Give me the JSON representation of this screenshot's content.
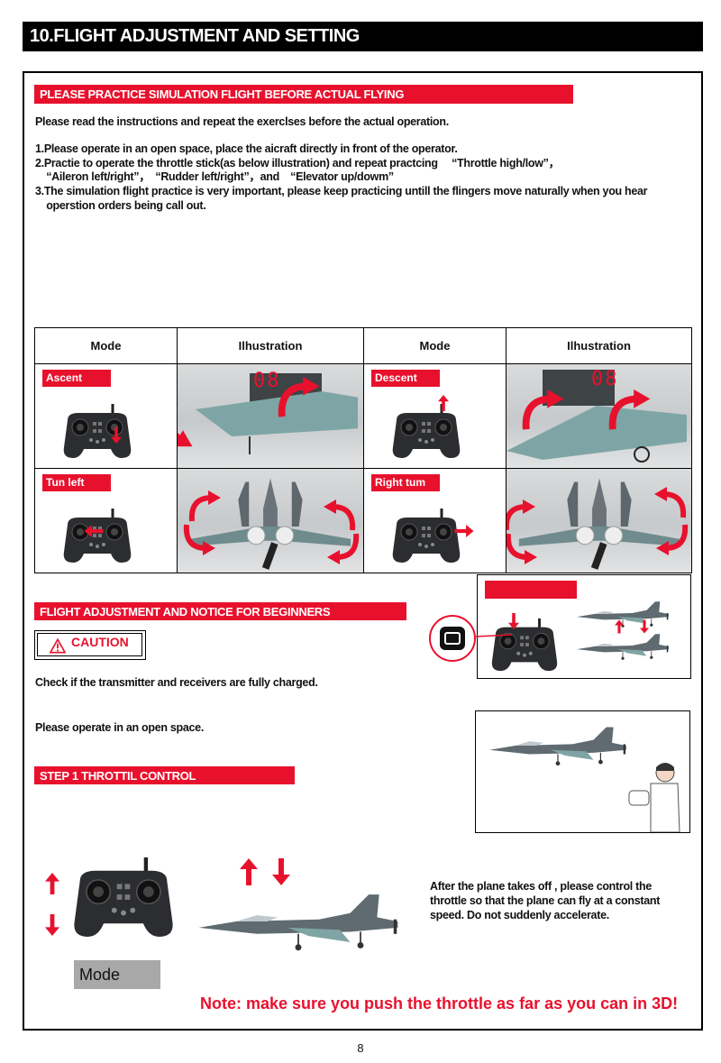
{
  "header": {
    "title": "10.FLIGHT ADJUSTMENT AND SETTING"
  },
  "section1": {
    "title": "PLEASE PRACTICE SIMULATION FLIGHT BEFORE ACTUAL FLYING",
    "intro": "Please read the instructions and repeat the exerclses before the actual operation.",
    "items": [
      "1.Please operate in an open space, place the aicraft directly in front of the operator.",
      "2.Practie to operate the throttle stick(as below illustration) and repeat practcing 　“Throttle high/low”，",
      "　“Aileron left/right”，　“Rudder left/right”，and　“Elevator up/dowm”",
      "3.The simulation flight practice is very important, please keep practicing untill the flingers move naturally when you hear",
      "　operstion orders being call out."
    ]
  },
  "table": {
    "headers": [
      "Mode",
      "Ilhustration",
      "Mode",
      "Ilhustration"
    ],
    "modes": [
      "Ascent",
      "Descent",
      "Tun left",
      "Right tum"
    ],
    "tail_number": "08"
  },
  "section2": {
    "title": "FLIGHT ADJUSTMENT AND NOTICE FOR BEGINNERS",
    "caution": "CAUTION",
    "line1": "Check if the transmitter and receivers are fully charged.",
    "line2": "Please operate in an open space."
  },
  "section3": {
    "title": "STEP 1 THROTTIL CONTROL",
    "description": [
      "After the plane takes off , please control the",
      "throttle so that the plane can fly at a constant",
      "speed. Do not suddenly accelerate."
    ],
    "mode_label": "Mode",
    "note": "Note: make sure you push the throttle as far as you can in 3D!"
  },
  "page_number": "8",
  "colors": {
    "accent": "#e8112d",
    "header_bg": "#000000"
  }
}
